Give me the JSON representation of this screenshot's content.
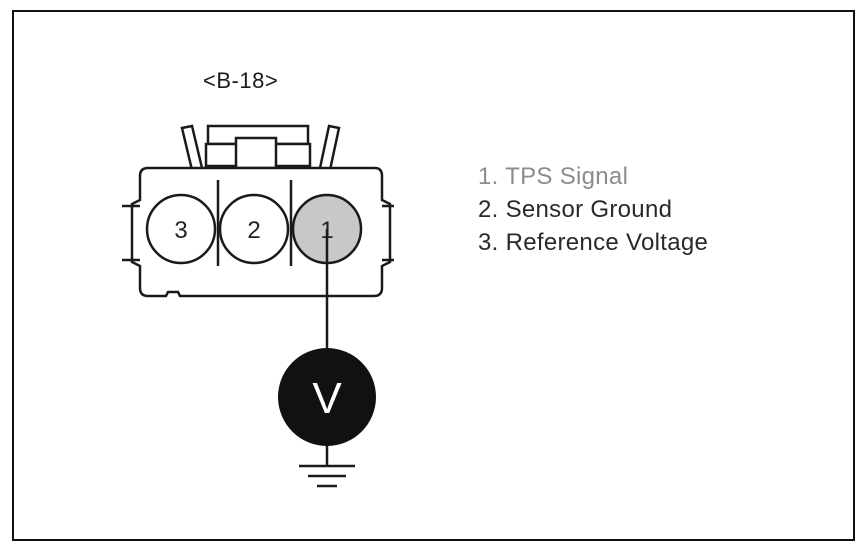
{
  "connector": {
    "label": "<B-18>"
  },
  "pins": [
    {
      "number": "3",
      "highlighted": false
    },
    {
      "number": "2",
      "highlighted": false
    },
    {
      "number": "1",
      "highlighted": true
    }
  ],
  "meter": {
    "symbol": "V"
  },
  "legend": {
    "items": [
      {
        "text": "1. TPS Signal",
        "highlighted": true
      },
      {
        "text": "2. Sensor Ground",
        "highlighted": false
      },
      {
        "text": "3. Reference Voltage",
        "highlighted": false
      }
    ]
  },
  "colors": {
    "outline": "#1a1a1a",
    "highlight_pin_fill": "#c8c8c8",
    "meter_fill": "#111111",
    "highlight_text": "#8c8c8c"
  },
  "icons": {
    "meter": "voltmeter-icon",
    "ground": "ground-icon"
  }
}
